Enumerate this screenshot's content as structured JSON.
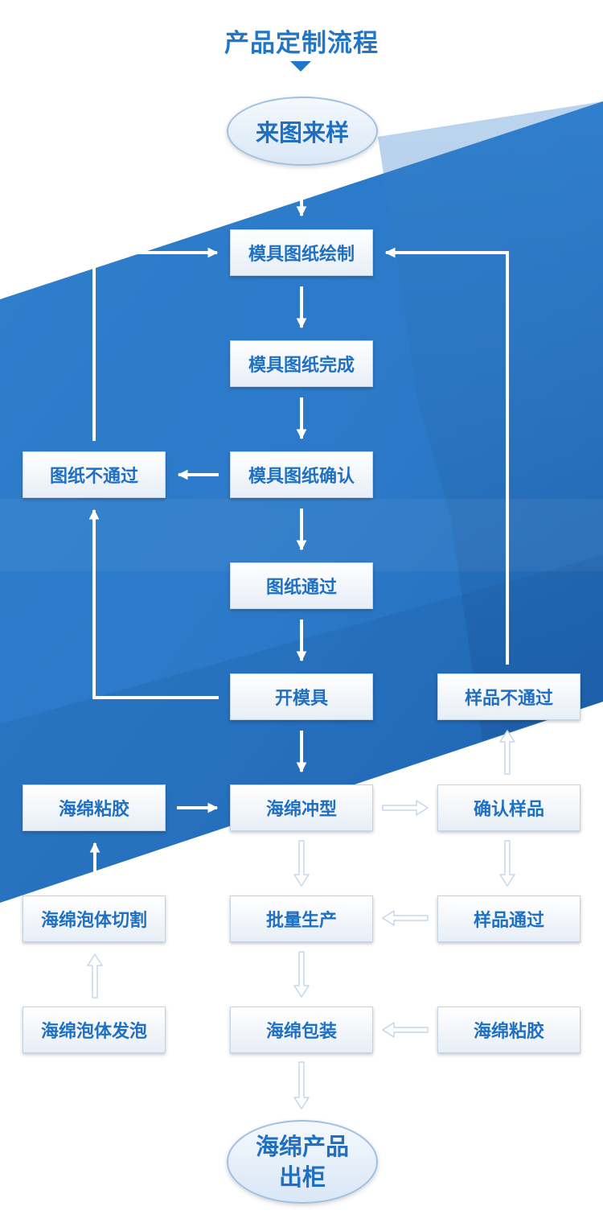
{
  "header": {
    "title": "产品定制流程"
  },
  "start": {
    "label": "来图来样"
  },
  "end": {
    "line1": "海绵产品",
    "line2": "出柜"
  },
  "steps": {
    "mold_drawing": "模具图纸绘制",
    "drawing_done": "模具图纸完成",
    "drawing_confirm": "模具图纸确认",
    "drawing_rejected": "图纸不通过",
    "drawing_passed": "图纸通过",
    "open_mold": "开模具",
    "sample_rejected": "样品不通过",
    "glue_left": "海绵粘胶",
    "punching": "海绵冲型",
    "confirm_sample": "确认样品",
    "foam_cutting": "海绵泡体切割",
    "mass_production": "批量生产",
    "sample_passed": "样品通过",
    "foam_foaming": "海绵泡体发泡",
    "packaging": "海绵包装",
    "glue_right": "海绵粘胶"
  },
  "colors": {
    "accent": "#2276c8",
    "band": "#2a79c9",
    "box_text": "#1f6fc3",
    "arrow_on_band": "#ffffff",
    "arrow_on_white": "#c5d7ea"
  }
}
